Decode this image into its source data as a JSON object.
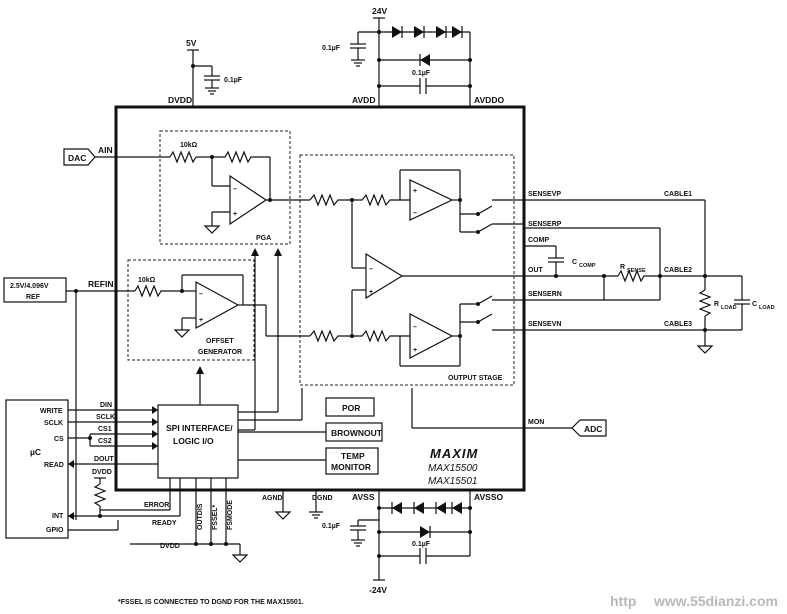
{
  "supplies": {
    "v_5v": "5V",
    "v_24v": "24V",
    "v_neg24v": "-24V",
    "dvdd": "DVDD",
    "avdd": "AVDD",
    "avddo": "AVDDO",
    "avss": "AVSS",
    "avsso": "AVSSO",
    "agnd": "AGND",
    "dgnd": "DGND"
  },
  "capacitors": {
    "c_dvdd": "0.1µF",
    "c_avdd": "0.1µF",
    "c_avdd_avddo": "0.1µF",
    "c_avss": "0.1µF",
    "c_avss_avsso": "0.1µF"
  },
  "external": {
    "dac": "DAC",
    "ref_line1": "2.5V/4.096V",
    "ref_line2": "REF",
    "adc": "ADC",
    "uc": "µC"
  },
  "pins": {
    "ain": "AIN",
    "refin": "REFIN",
    "mon": "MON",
    "out": "OUT",
    "comp": "COMP",
    "sensevp": "SENSEVP",
    "senserp": "SENSERP",
    "sensern": "SENSERN",
    "sensevn": "SENSEVN",
    "din": "DIN",
    "sclk": "SCLK",
    "cs1": "CS1",
    "cs2": "CS2",
    "dout": "DOUT",
    "error": "ERROR",
    "ready": "READY",
    "outdis": "OUTDIS",
    "fssel": "FSSEL*",
    "fsmode": "FSMODE"
  },
  "uc_pins": {
    "write": "WRITE",
    "sclk": "SCLK",
    "cs": "CS",
    "read": "READ",
    "int": "INT",
    "gpio": "GPIO",
    "dvdd": "DVDD"
  },
  "blocks": {
    "pga": "PGA",
    "offset_line1": "OFFSET",
    "offset_line2": "GENERATOR",
    "output_stage": "OUTPUT STAGE",
    "spi_line1": "SPI INTERFACE/",
    "spi_line2": "LOGIC I/O",
    "por": "POR",
    "brownout": "BROWNOUT",
    "temp_line1": "TEMP",
    "temp_line2": "MONITOR"
  },
  "components": {
    "r_pga": "10kΩ",
    "r_offset": "10kΩ",
    "c_comp": "C",
    "c_comp_sub": "COMP",
    "r_sense": "R",
    "r_sense_sub": "SENSE",
    "r_load": "R",
    "r_load_sub": "LOAD",
    "c_load": "C",
    "c_load_sub": "LOAD"
  },
  "cables": {
    "cable1": "CABLE1",
    "cable2": "CABLE2",
    "cable3": "CABLE3"
  },
  "chip": {
    "brand": "MAXIM",
    "part1": "MAX15500",
    "part2": "MAX15501"
  },
  "footnote": "*FSSEL IS CONNECTED TO DGND FOR THE MAX15501.",
  "watermark": "www.55dianzi.com",
  "watermark_left": "http"
}
